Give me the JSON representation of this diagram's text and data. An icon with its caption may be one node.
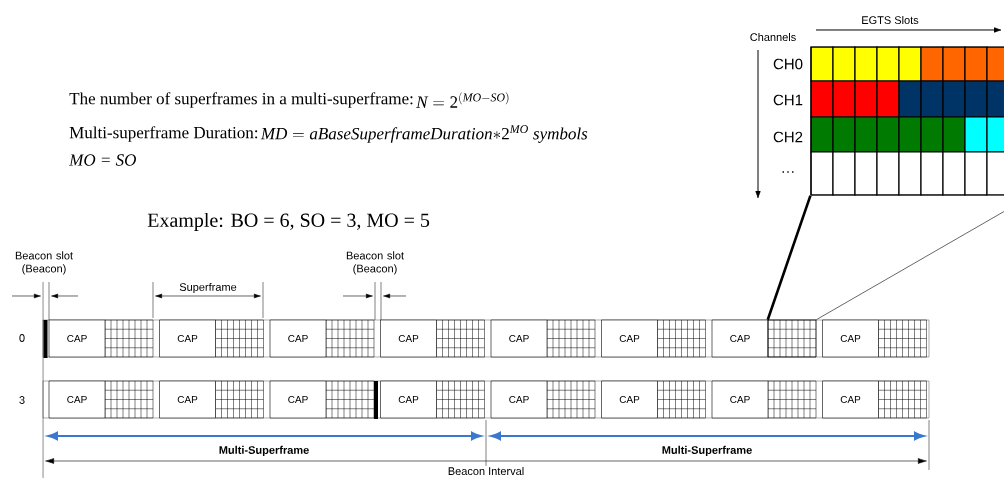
{
  "diagram": {
    "nodes": [
      {
        "text": [],
        "shape": "box",
        "beside": [
          "CH0",
          "CH1",
          "CH2",
          "…"
        ]
      },
      {
        "text": [
          "CAP"
        ]
      },
      {
        "text": [
          "CAP"
        ]
      },
      {
        "text": [
          "CAP"
        ]
      },
      {
        "text": [
          "CAP"
        ]
      },
      {
        "text": [
          "CAP"
        ]
      },
      {
        "text": [
          "CAP"
        ]
      },
      {
        "text": [
          "CAP"
        ]
      },
      {
        "text": [
          "CAP"
        ]
      },
      {
        "text": [
          "CAP"
        ]
      },
      {
        "text": [
          "CAP"
        ]
      },
      {
        "text": [
          "CAP"
        ]
      },
      {
        "text": [
          "CAP"
        ]
      },
      {
        "text": [
          "CAP"
        ]
      },
      {
        "text": [
          "CAP"
        ]
      },
      {
        "text": [
          "CAP"
        ]
      },
      {
        "text": [
          "CAP"
        ]
      },
      {
        "text": [],
        "shape": "box"
      }
    ],
    "edges": [
      {
        "from": 0,
        "to": 17,
        "arrow": "none",
        "style": "thick"
      },
      {
        "from": 0,
        "to": 17,
        "arrow": "none"
      }
    ],
    "labels": [
      "EGTS Slots",
      "Channels",
      "The number of superframes in a multi-superframe:",
      "N = 2^{(MO - SO)}",
      "Multi-superframe Duration:",
      "MD = aBaseSuperframeDuration{*}2^{MO}\\ symbols",
      "MO = SO",
      "Example: BO = 6, SO = 3, MO = 5",
      "Beacon slot (Beacon)",
      "Beacon slot (Beacon)",
      "Superframe",
      "0",
      "3",
      "Multi-Superframe",
      "Multi-Superframe",
      "Beacon Interval"
    ]
  }
}
